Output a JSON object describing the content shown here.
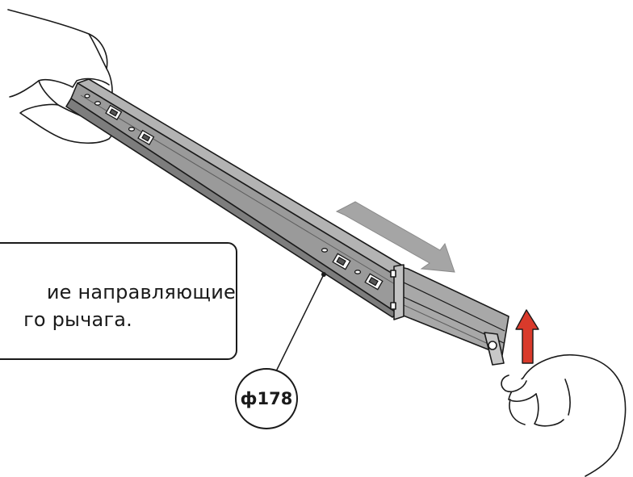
{
  "instruction": {
    "line1": "ие направляющие",
    "line2": "го рычага."
  },
  "part_label": "ф178",
  "colors": {
    "rail_fill": "#9a9a9a",
    "rail_dark": "#7d7d7d",
    "arrow_gray": "#a5a5a5",
    "arrow_red": "#d93a2b",
    "outline": "#1a1a1a"
  },
  "icons": {
    "direction_arrow": "arrow-right-down",
    "release_arrow": "arrow-up",
    "hands": "hand-outline"
  }
}
